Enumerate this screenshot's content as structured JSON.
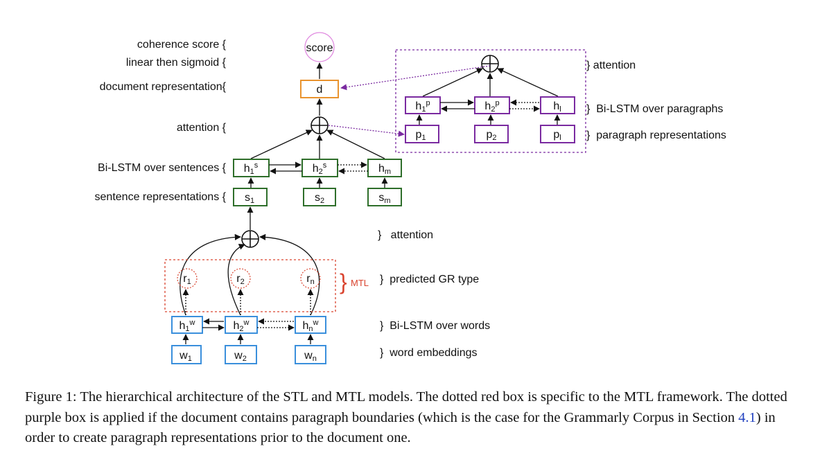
{
  "colors": {
    "green": "#2e6e2a",
    "blue": "#3a8fdc",
    "purple": "#7a2aa0",
    "orange": "#e9932e",
    "pink": "#e08ae0",
    "red": "#d9432e",
    "link": "#1f3fbf"
  },
  "labels": {
    "coherence_score": "coherence score {",
    "linear_sigmoid": "linear then sigmoid {",
    "document_rep": "document representation{",
    "attention_doc": "attention {",
    "bilstm_sent": "Bi-LSTM over sentences {",
    "sent_reps": "sentence representations {",
    "attention_sent": "}   attention",
    "predicted_gr": "}  predicted GR type",
    "bilstm_words": "}  Bi-LSTM over words",
    "word_emb": "}  word embeddings",
    "attention_para": "} attention",
    "bilstm_para": "}  Bi-LSTM over paragraphs",
    "para_reps": "}  paragraph representations",
    "mtl": "MTL",
    "mtl_brace": "}"
  },
  "nodes": {
    "score": "score",
    "d": "d",
    "h1s": {
      "base": "h",
      "sub": "1",
      "sup": "s"
    },
    "h2s": {
      "base": "h",
      "sub": "2",
      "sup": "s"
    },
    "hm": {
      "base": "h",
      "sub": "m"
    },
    "s1": {
      "base": "s",
      "sub": "1"
    },
    "s2": {
      "base": "s",
      "sub": "2"
    },
    "sm": {
      "base": "s",
      "sub": "m"
    },
    "r1": {
      "base": "r",
      "sub": "1"
    },
    "r2": {
      "base": "r",
      "sub": "2"
    },
    "rn": {
      "base": "r",
      "sub": "n"
    },
    "h1w": {
      "base": "h",
      "sub": "1",
      "sup": "w"
    },
    "h2w": {
      "base": "h",
      "sub": "2",
      "sup": "w"
    },
    "hnw": {
      "base": "h",
      "sub": "n",
      "sup": "w"
    },
    "w1": {
      "base": "w",
      "sub": "1"
    },
    "w2": {
      "base": "w",
      "sub": "2"
    },
    "wn": {
      "base": "w",
      "sub": "n"
    },
    "h1p": {
      "base": "h",
      "sub": "1",
      "sup": "p"
    },
    "h2p": {
      "base": "h",
      "sub": "2",
      "sup": "p"
    },
    "hl": {
      "base": "h",
      "sub": "l"
    },
    "p1": {
      "base": "p",
      "sub": "1"
    },
    "p2": {
      "base": "p",
      "sub": "2"
    },
    "pl": {
      "base": "p",
      "sub": "l"
    }
  },
  "caption": {
    "part1": "Figure 1: The hierarchical architecture of the STL and MTL models. The dotted red box is specific to the MTL framework. The dotted purple box is applied if the document contains paragraph boundaries (which is the case for the Grammarly Corpus in Section ",
    "ref": "4.1",
    "part2": ") in order to create paragraph representations prior to the document one."
  }
}
